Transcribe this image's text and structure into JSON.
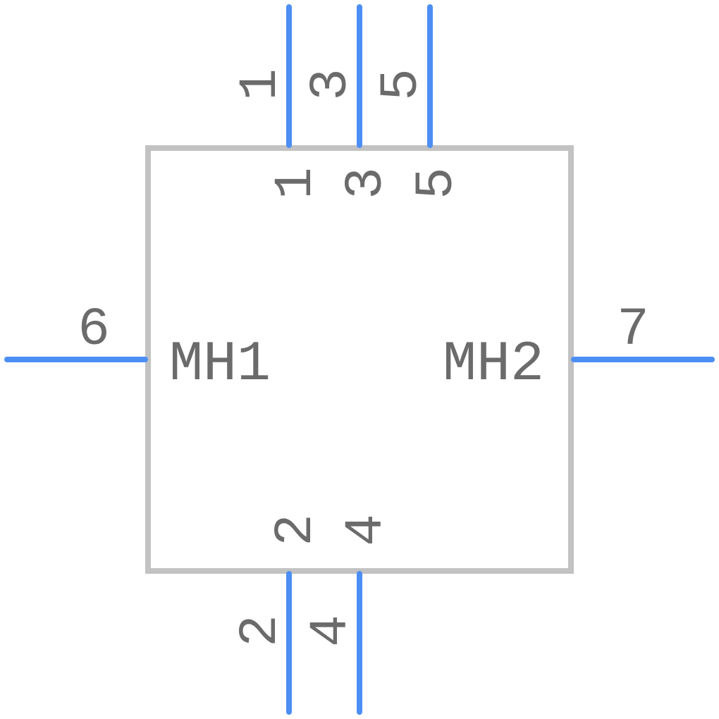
{
  "component": {
    "body_color": "#c2c2c2",
    "pin_color": "#4d8ef5",
    "text_color": "#6b6b6b",
    "labels": {
      "left": "MH1",
      "right": "MH2"
    }
  },
  "pins": {
    "p1": {
      "number": "1",
      "name": "1",
      "side": "top"
    },
    "p3": {
      "number": "3",
      "name": "3",
      "side": "top"
    },
    "p5": {
      "number": "5",
      "name": "5",
      "side": "top"
    },
    "p2": {
      "number": "2",
      "name": "2",
      "side": "bottom"
    },
    "p4": {
      "number": "4",
      "name": "4",
      "side": "bottom"
    },
    "p6": {
      "number": "6",
      "side": "left"
    },
    "p7": {
      "number": "7",
      "side": "right"
    }
  }
}
